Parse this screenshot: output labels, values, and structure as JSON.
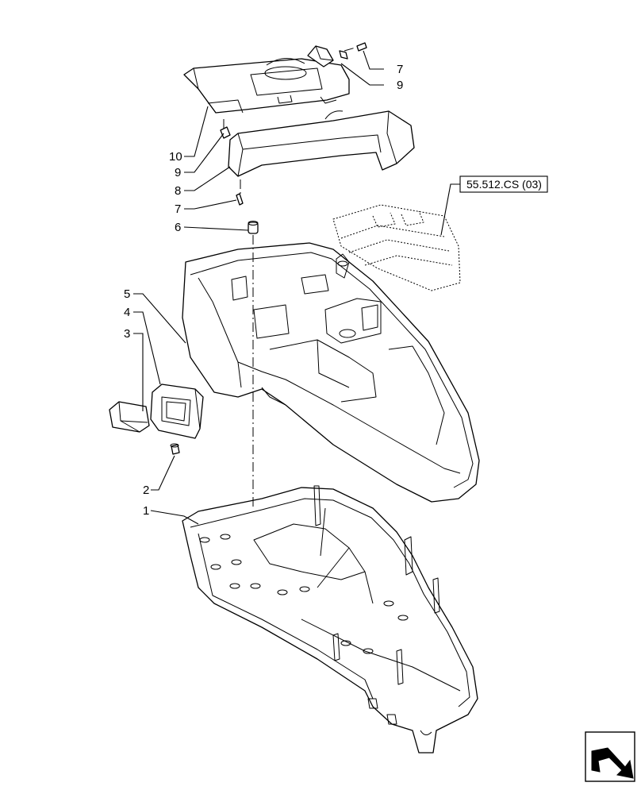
{
  "diagram": {
    "callouts": [
      {
        "id": "c1",
        "label": "1"
      },
      {
        "id": "c2",
        "label": "2"
      },
      {
        "id": "c3",
        "label": "3"
      },
      {
        "id": "c4",
        "label": "4"
      },
      {
        "id": "c5",
        "label": "5"
      },
      {
        "id": "c6",
        "label": "6"
      },
      {
        "id": "c7a",
        "label": "7"
      },
      {
        "id": "c8",
        "label": "8"
      },
      {
        "id": "c9a",
        "label": "9"
      },
      {
        "id": "c10",
        "label": "10"
      },
      {
        "id": "c7b",
        "label": "7"
      },
      {
        "id": "c9b",
        "label": "9"
      }
    ],
    "reference_label": "55.512.CS (03)",
    "nav_icon": "next-page-arrow-icon"
  }
}
